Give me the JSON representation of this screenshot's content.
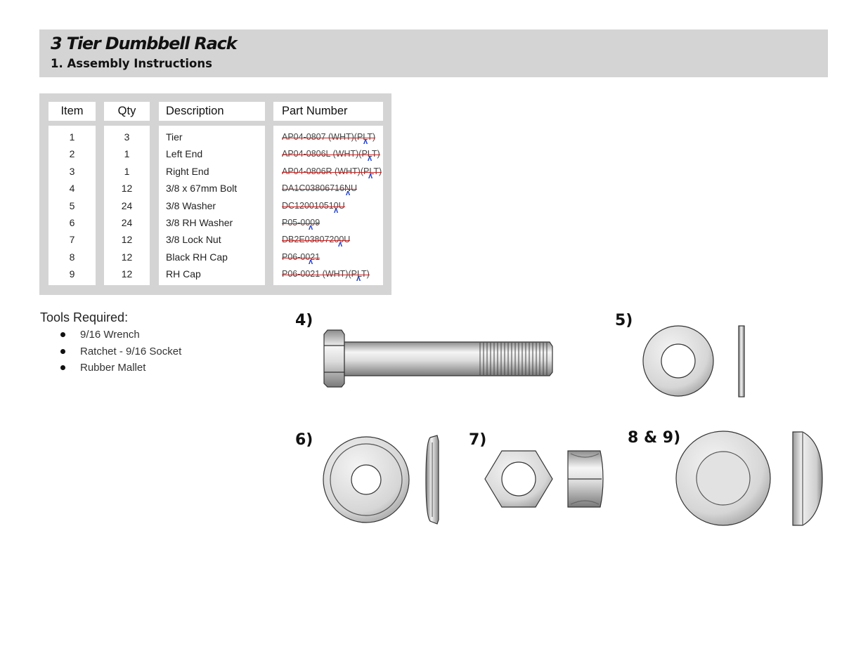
{
  "header": {
    "title": "3 Tier Dumbbell Rack",
    "subtitle": "1. Assembly Instructions"
  },
  "parts_table": {
    "headers": [
      "Item",
      "Qty",
      "Description",
      "Part Number"
    ],
    "rows": [
      {
        "item": "1",
        "qty": "3",
        "description": "Tier",
        "part_number": "AP04-0807 (WHT)(PLT)"
      },
      {
        "item": "2",
        "qty": "1",
        "description": "Left End",
        "part_number": "AP04-0806L (WHT)(PLT)"
      },
      {
        "item": "3",
        "qty": "1",
        "description": "Right End",
        "part_number": "AP04-0806R (WHT)(PLT)"
      },
      {
        "item": "4",
        "qty": "12",
        "description": "3/8 x 67mm Bolt",
        "part_number": "DA1C03806716NU"
      },
      {
        "item": "5",
        "qty": "24",
        "description": "3/8 Washer",
        "part_number": "DC120010510U"
      },
      {
        "item": "6",
        "qty": "24",
        "description": "3/8 RH Washer",
        "part_number": "P05-0009"
      },
      {
        "item": "7",
        "qty": "12",
        "description": "3/8 Lock Nut",
        "part_number": "DB2E03807200U"
      },
      {
        "item": "8",
        "qty": "12",
        "description": "Black RH Cap",
        "part_number": "P06-0021"
      },
      {
        "item": "9",
        "qty": "12",
        "description": "RH Cap",
        "part_number": "P06-0021 (WHT)(PLT)"
      }
    ],
    "strikethrough_color": "#d12020",
    "caret_color": "#1f3fd1"
  },
  "tools": {
    "title": "Tools Required:",
    "items": [
      "9/16 Wrench",
      "Ratchet - 9/16 Socket",
      "Rubber Mallet"
    ]
  },
  "figures": {
    "bolt_label": "4)",
    "washer_label": "5)",
    "rh_washer_label": "6)",
    "lock_nut_label": "7)",
    "caps_label": "8 & 9)"
  },
  "colors": {
    "header_band": "#d4d4d4",
    "metal_light": "#f2f2f2",
    "metal_dark": "#8a8a8a"
  }
}
